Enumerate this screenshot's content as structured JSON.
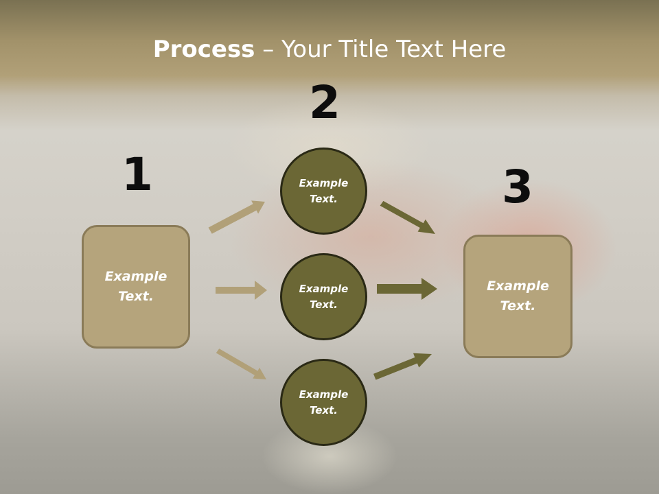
{
  "title": {
    "bold": "Process",
    "rest": " – Your Title Text Here"
  },
  "steps": {
    "one": {
      "number": "1",
      "text": "Example Text."
    },
    "two": {
      "number": "2",
      "circles": [
        {
          "text": "Example Text."
        },
        {
          "text": "Example Text."
        },
        {
          "text": "Example Text."
        }
      ]
    },
    "three": {
      "number": "3",
      "text": "Example Text."
    }
  },
  "colors": {
    "box_fill": "#b5a47c",
    "circle_fill": "#6b6735",
    "arrow_light": "#b1a078",
    "arrow_dark": "#6b6735"
  }
}
